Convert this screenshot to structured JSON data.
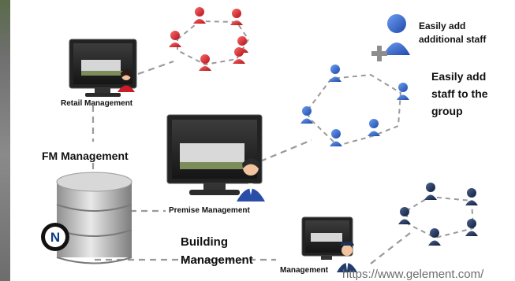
{
  "labels": {
    "retail_management": "Retail Management",
    "fm_management": "FM Management",
    "premise_management": "Premise Management",
    "building_management_line1": "Building",
    "building_management_line2": "Management",
    "management": "Management",
    "easily_add_staff_line1": "Easily add",
    "easily_add_staff_line2": "additional staff",
    "easily_add_group_line1": "Easily add",
    "easily_add_group_line2": "staff to the",
    "easily_add_group_line3": "group"
  },
  "watermark": "https://www.gelement.com/",
  "colors": {
    "red_group": "#d9262e",
    "blue_group": "#2a63c4",
    "navy_group": "#1c2f55",
    "dashed_line": "#9a9a9a",
    "add_blue": "#3f6fc9",
    "plus_gray": "#8d8d8d"
  },
  "icons": {
    "server": "database-server-icon",
    "server_badge": "n-logo-icon",
    "monitor": "monitor-icon",
    "person": "person-icon",
    "plus": "plus-icon"
  }
}
